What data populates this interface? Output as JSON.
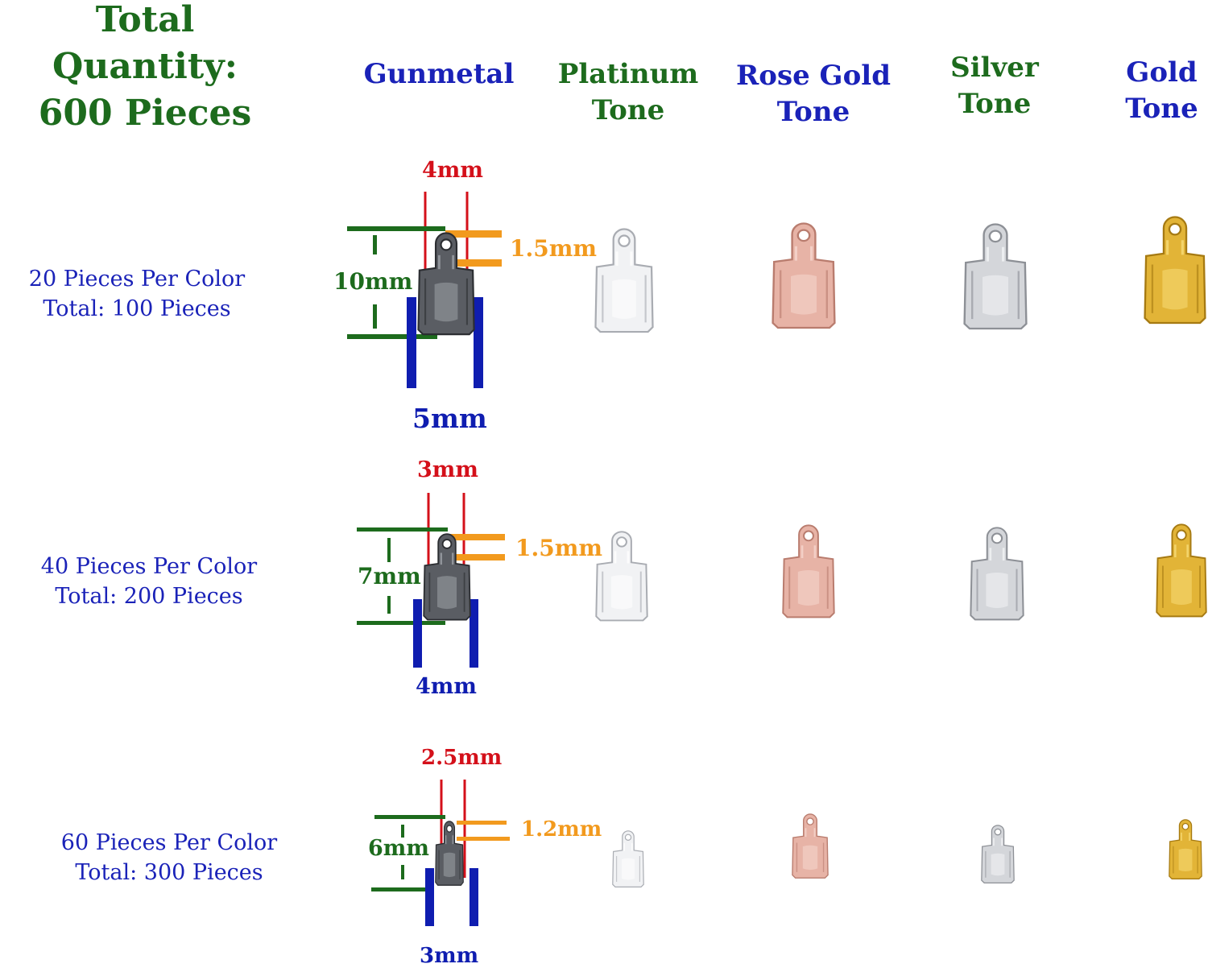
{
  "title": {
    "line1": "Total Quantity:",
    "line2": "600 Pieces"
  },
  "colors": {
    "title_green": "#1d6b1d",
    "blue": "#1a22b8",
    "red": "#d4101a",
    "orange": "#f29a1e",
    "green": "#1d6b1d",
    "dim_blue": "#0f1db0"
  },
  "columns": [
    {
      "name": "Gunmetal",
      "line1": "Gunmetal",
      "line2": "",
      "color": "#1a22b8"
    },
    {
      "name": "Platinum Tone",
      "line1": "Platinum",
      "line2": "Tone",
      "color": "#1d6b1d"
    },
    {
      "name": "Rose Gold Tone",
      "line1": "Rose Gold",
      "line2": "Tone",
      "color": "#1a22b8"
    },
    {
      "name": "Silver Tone",
      "line1": "Silver",
      "line2": "Tone",
      "color": "#1d6b1d"
    },
    {
      "name": "Gold Tone",
      "line1": "Gold",
      "line2": "Tone",
      "color": "#1a22b8"
    }
  ],
  "rows": [
    {
      "per_color": "20 Pieces Per Color",
      "total": "Total: 100 Pieces",
      "dims": {
        "top": "4mm",
        "hole": "1.5mm",
        "height": "10mm",
        "width": "5mm"
      }
    },
    {
      "per_color": "40 Pieces Per Color",
      "total": "Total: 200 Pieces",
      "dims": {
        "top": "3mm",
        "hole": "1.5mm",
        "height": "7mm",
        "width": "4mm"
      }
    },
    {
      "per_color": "60 Pieces Per Color",
      "total": "Total: 300 Pieces",
      "dims": {
        "top": "2.5mm",
        "hole": "1.2mm",
        "height": "6mm",
        "width": "3mm"
      }
    }
  ],
  "finishes": {
    "gunmetal": {
      "fill": "#5a5d63",
      "edge": "#2b2d31",
      "hi": "#9ea2a8"
    },
    "platinum": {
      "fill": "#f1f2f4",
      "edge": "#a9acb2",
      "hi": "#ffffff"
    },
    "rose_gold": {
      "fill": "#e7b3a6",
      "edge": "#b97c6e",
      "hi": "#f6d7ce"
    },
    "silver": {
      "fill": "#d4d6da",
      "edge": "#8d9096",
      "hi": "#f3f4f6"
    },
    "gold": {
      "fill": "#e2b437",
      "edge": "#a67a12",
      "hi": "#f8dc79"
    }
  }
}
